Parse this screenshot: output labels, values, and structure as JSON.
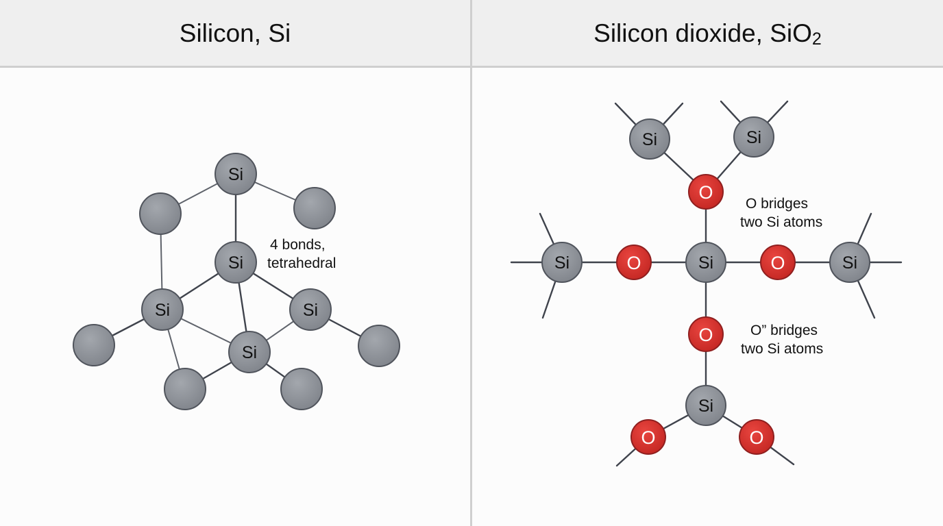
{
  "left_panel": {
    "title": "Silicon, Si",
    "annotation": [
      "4 bonds,",
      "tetrahedral"
    ],
    "atom_label": "Si"
  },
  "right_panel": {
    "title_main": "Silicon dioxide, SiO",
    "title_subscript": "2",
    "annotation_top": [
      "O bridges",
      "two Si atoms"
    ],
    "annotation_bottom": [
      "O” bridges",
      "two Si atoms"
    ],
    "si_label": "Si",
    "o_label": "O"
  },
  "colors": {
    "silicon_atom": "#8c9097",
    "oxygen_atom": "#d3302c",
    "bond": "#3f434c",
    "header_background": "#efefef",
    "divider": "#cfcfcf"
  }
}
